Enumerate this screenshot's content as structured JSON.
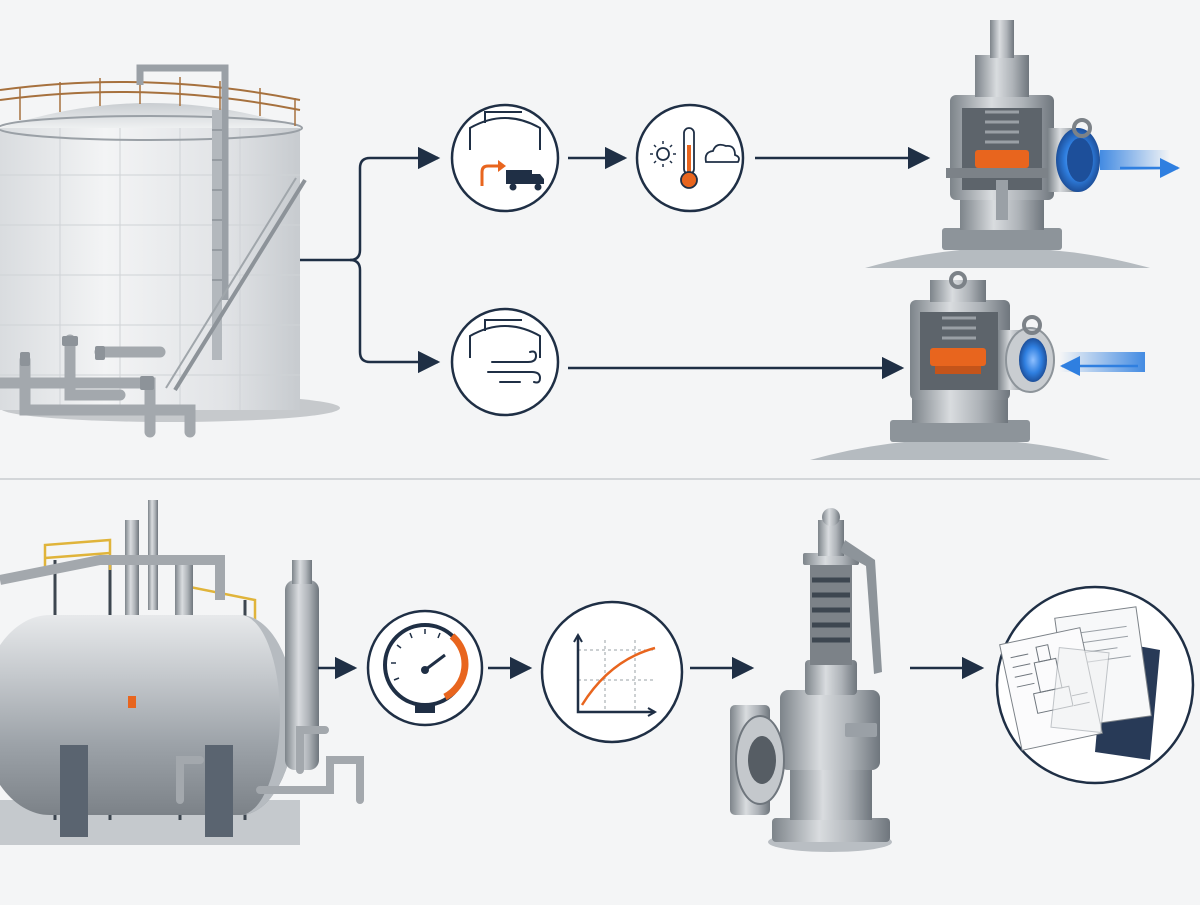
{
  "colors": {
    "background": "#f4f5f6",
    "navy": "#1f2f45",
    "orange": "#e8651e",
    "blue": "#2f7fe0",
    "steel_light": "#e6e8ea",
    "steel_mid": "#b9bec3",
    "steel_dark": "#6f767d",
    "divider": "#d3d6d9"
  },
  "top_section": {
    "equipment": "atmospheric-storage-tank",
    "branches": [
      {
        "name": "outbreathing",
        "steps": [
          "tank-filling-truck-icon",
          "thermal-weather-icon"
        ],
        "flow_direction": "out",
        "valve": "pressure-vacuum-vent-valve-cutaway"
      },
      {
        "name": "inbreathing",
        "steps": [
          "tank-wind-emptying-icon"
        ],
        "flow_direction": "in",
        "valve": "pressure-vacuum-vent-valve-cutaway"
      }
    ]
  },
  "bottom_section": {
    "equipment": "pressure-vessel-skid",
    "steps": [
      "pressure-gauge-icon",
      "relief-curve-chart-icon",
      "spring-safety-relief-valve",
      "datasheet-documents-icon"
    ]
  }
}
